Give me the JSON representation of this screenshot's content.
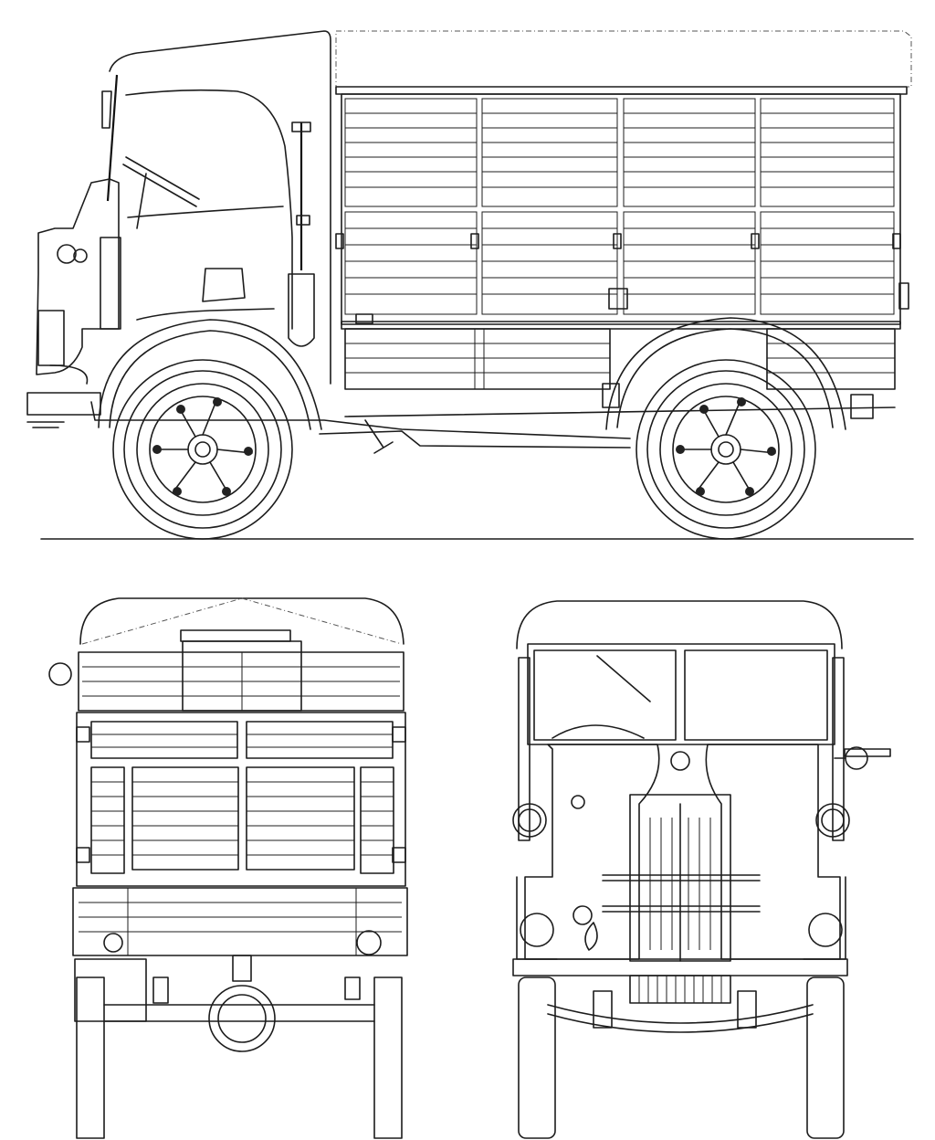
{
  "drawing": {
    "subject": "",
    "line_color": "#1c1c1c",
    "background_color": "#ffffff"
  },
  "views": [
    {
      "id": "side",
      "label": ""
    },
    {
      "id": "rear",
      "label": ""
    },
    {
      "id": "front",
      "label": ""
    }
  ]
}
